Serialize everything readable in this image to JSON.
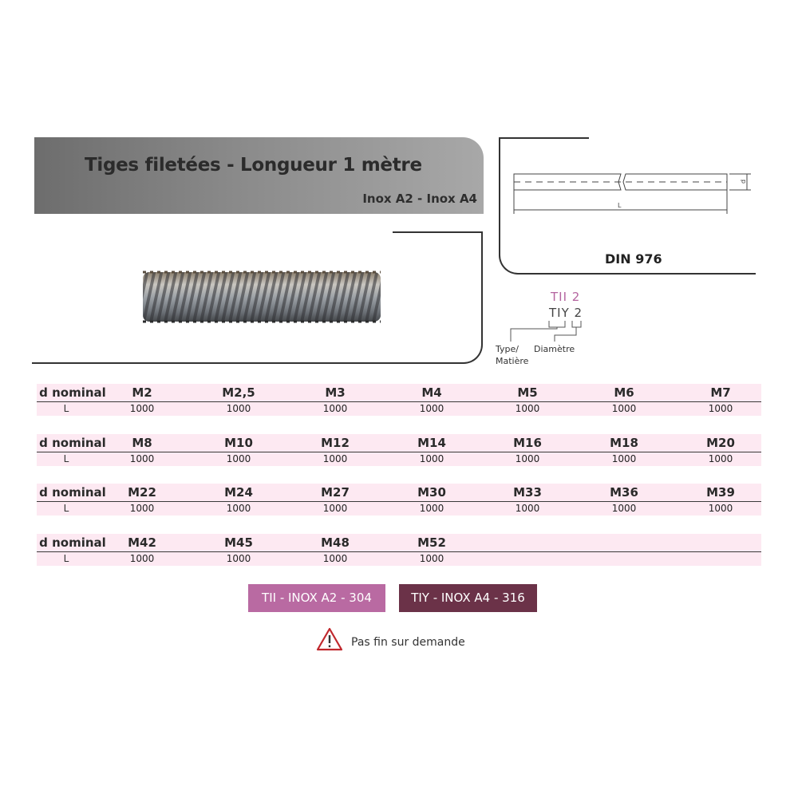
{
  "header": {
    "title": "Tiges filetées - Longueur 1 mètre",
    "subtitle": "Inox A2 - Inox A4"
  },
  "drawing": {
    "standard": "DIN 976",
    "length_symbol": "L",
    "diameter_symbol": "d"
  },
  "code": {
    "line1": "TII  2",
    "line2": "TIY  2",
    "type_label": "Type/\nMatière",
    "diameter_label": "Diamètre"
  },
  "table": {
    "head_label": "d nominal",
    "length_label": "L",
    "blocks": [
      {
        "sizes": [
          "M2",
          "M2,5",
          "M3",
          "M4",
          "M5",
          "M6",
          "M7"
        ],
        "lengths": [
          "1000",
          "1000",
          "1000",
          "1000",
          "1000",
          "1000",
          "1000"
        ]
      },
      {
        "sizes": [
          "M8",
          "M10",
          "M12",
          "M14",
          "M16",
          "M18",
          "M20"
        ],
        "lengths": [
          "1000",
          "1000",
          "1000",
          "1000",
          "1000",
          "1000",
          "1000"
        ]
      },
      {
        "sizes": [
          "M22",
          "M24",
          "M27",
          "M30",
          "M33",
          "M36",
          "M39"
        ],
        "lengths": [
          "1000",
          "1000",
          "1000",
          "1000",
          "1000",
          "1000",
          "1000"
        ]
      },
      {
        "sizes": [
          "M42",
          "M45",
          "M48",
          "M52"
        ],
        "lengths": [
          "1000",
          "1000",
          "1000",
          "1000"
        ]
      }
    ]
  },
  "badges": {
    "a2": "TII - INOX A2 - 304",
    "a4": "TIY - INOX A4 - 316"
  },
  "note": "Pas fin sur demande",
  "colors": {
    "table_bg": "#fde9f2",
    "badge_a2": "#b96aa2",
    "badge_a4": "#6b3248",
    "code_tii": "#b565a0",
    "warning": "#c0282d"
  },
  "icons": {
    "warning": "warning-triangle-icon"
  }
}
